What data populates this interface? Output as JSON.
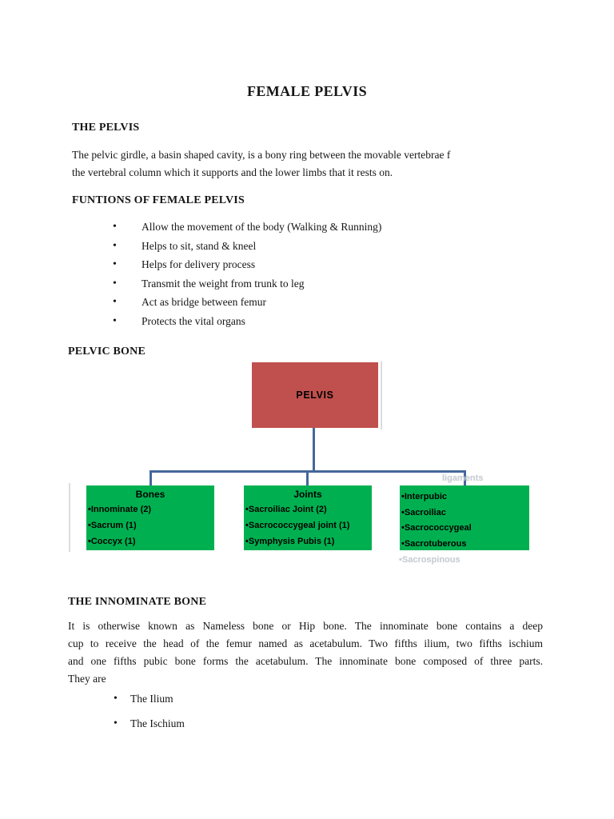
{
  "document": {
    "title": "FEMALE PELVIS"
  },
  "the_pelvis": {
    "heading": "THE PELVIS",
    "paragraph_lines": [
      "The pelvic girdle, a basin shaped cavity, is a bony ring between the movable vertebrae f",
      "the vertebral column which it supports and the lower limbs that it rests on."
    ]
  },
  "functions": {
    "heading": "FUNTIONS OF FEMALE PELVIS",
    "bullets": [
      "Allow the movement of the body (Walking & Running)",
      "Helps to sit, stand & kneel",
      "Helps for delivery process",
      "Transmit the weight from trunk to leg",
      "Act as bridge between femur",
      "Protects the vital organs"
    ]
  },
  "pelvic_bone": {
    "heading": "PELVIC BONE",
    "diagram": {
      "root_label": "PELVIS",
      "bones": {
        "title": "Bones",
        "items": [
          "Innominate (2)",
          "Sacrum (1)",
          "Coccyx (1)"
        ]
      },
      "joints": {
        "title": "Joints",
        "items": [
          "Sacroiliac Joint (2)",
          "Sacrococcygeal joint (1)",
          "Symphysis Pubis (1)"
        ]
      },
      "ligaments": {
        "ghost_title": "ligaments",
        "items": [
          "Interpubic",
          "Sacroiliac",
          "Sacrococcygeal",
          "Sacrotuberous"
        ],
        "ghost_item": "Sacrospinous"
      }
    }
  },
  "innominate": {
    "heading": "THE INNOMINATE BONE",
    "paragraph_lines": [
      "It is otherwise known as Nameless bone or Hip bone. The innominate bone contains a deep",
      "cup to receive the head of the femur named as acetabulum. Two fifths ilium, two fifths ischium",
      "and one fifths pubic bone forms the acetabulum. The innominate bone composed of three parts.",
      "They are"
    ],
    "bullets": [
      "The Ilium",
      "The Ischium"
    ]
  },
  "colors": {
    "root_box": "#c0504d",
    "child_box": "#00b050",
    "connector": "#44679b",
    "ghost_text": "#c9ced4"
  }
}
